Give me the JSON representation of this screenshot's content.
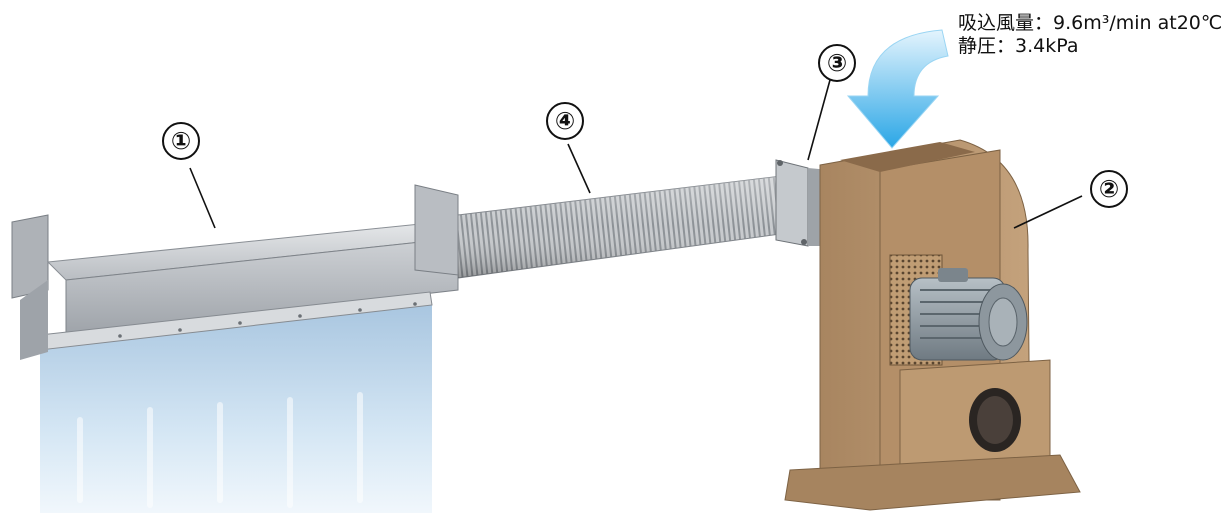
{
  "spec": {
    "airflow": "吸込風量：9.6m³/min at20℃",
    "static_pressure": "静圧：3.4kPa"
  },
  "callouts": [
    {
      "label": "①",
      "part": "air-curtain-nozzle"
    },
    {
      "label": "②",
      "part": "blower"
    },
    {
      "label": "③",
      "part": "flange-joint"
    },
    {
      "label": "④",
      "part": "flexible-duct"
    }
  ],
  "colors": {
    "blower": "#b8946e",
    "aluminum": "#c9ccd0",
    "air_arrow": "#4fb3e8",
    "air_curtain": "#c9dff0"
  }
}
